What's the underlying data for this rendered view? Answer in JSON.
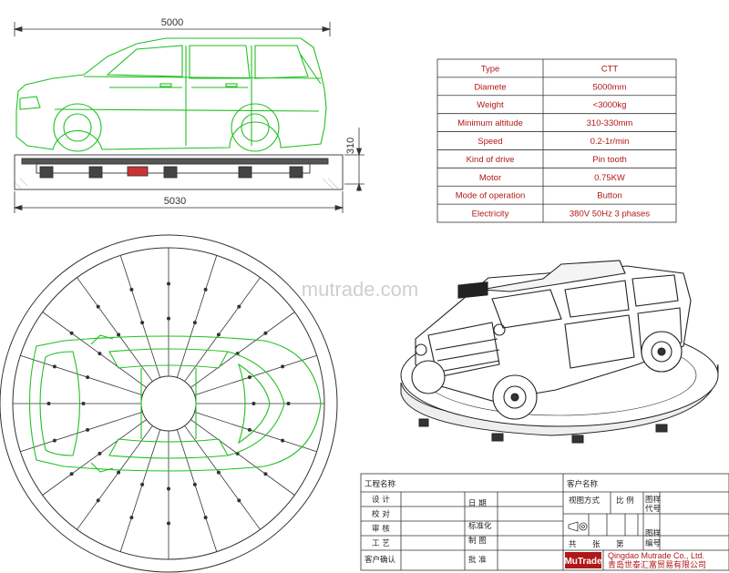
{
  "dimensions": {
    "length_top": "5000",
    "length_bottom": "5030",
    "height_side": "310"
  },
  "specs": [
    {
      "label": "Type",
      "value": "CTT"
    },
    {
      "label": "Diamete",
      "value": "5000mm"
    },
    {
      "label": "Weight",
      "value": "<3000kg"
    },
    {
      "label": "Minimum altitude",
      "value": "310-330mm"
    },
    {
      "label": "Speed",
      "value": "0.2-1r/min"
    },
    {
      "label": "Kind of drive",
      "value": "Pin tooth"
    },
    {
      "label": "Motor",
      "value": "0.75KW"
    },
    {
      "label": "Mode of operation",
      "value": "Button"
    },
    {
      "label": "Electricity",
      "value": "380V 50Hz 3 phases"
    }
  ],
  "watermark": "mutrade.com",
  "title_block": {
    "project_name": "工程名称",
    "customer_name": "客户名称",
    "design": "设  计",
    "check": "校  对",
    "audit": "审  核",
    "craft": "工  艺",
    "customer_confirm": "客户确认",
    "date": "日  期",
    "standard": "标准化",
    "drawing": "制  图",
    "approve": "批  准",
    "view_method": "视图方式",
    "scale": "比  例",
    "drawing_code_1": "图样",
    "drawing_code_2": "代号",
    "total": "共",
    "sheet": "张",
    "number": "第",
    "drawing_no_1": "图样",
    "drawing_no_2": "编号",
    "logo": "MuTrade",
    "company_en": "Qingdao Mutrade Co., Ltd.",
    "company_cn": "青岛世泰汇富贸易有限公司"
  },
  "colors": {
    "car_green": "#22c022",
    "spec_red": "#b01818",
    "line_dark": "#333333"
  }
}
